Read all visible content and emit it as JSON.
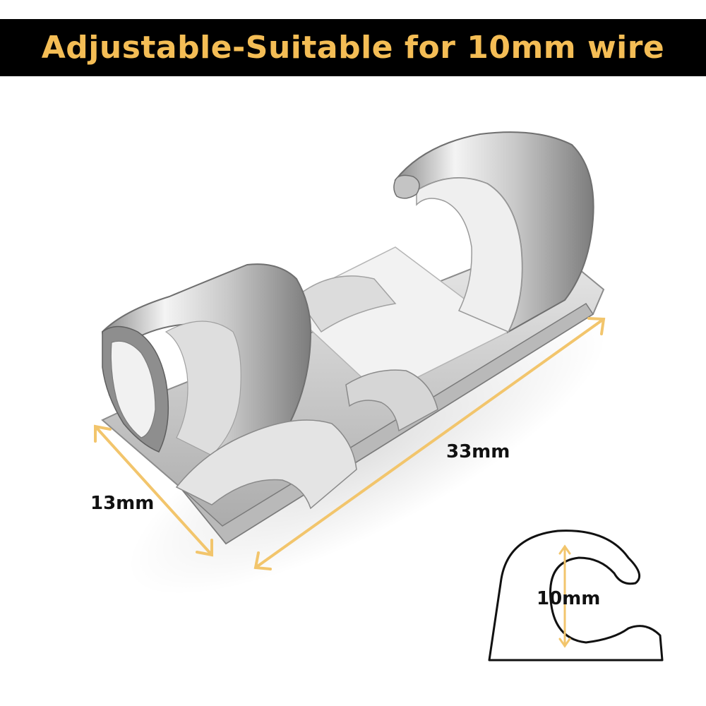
{
  "banner": {
    "title": "Adjustable-Suitable for 10mm wire",
    "background": "#000000",
    "text_color": "#f4bd55"
  },
  "product": {
    "name_icon": "transparent-cable-clip-icon",
    "color": "#d8d8d8"
  },
  "dimensions": {
    "width_label": "13mm",
    "length_label": "33mm",
    "opening_label": "10mm",
    "arrow_color": "#f2c56c"
  },
  "cross_section": {
    "icon": "clip-profile-outline-icon"
  }
}
